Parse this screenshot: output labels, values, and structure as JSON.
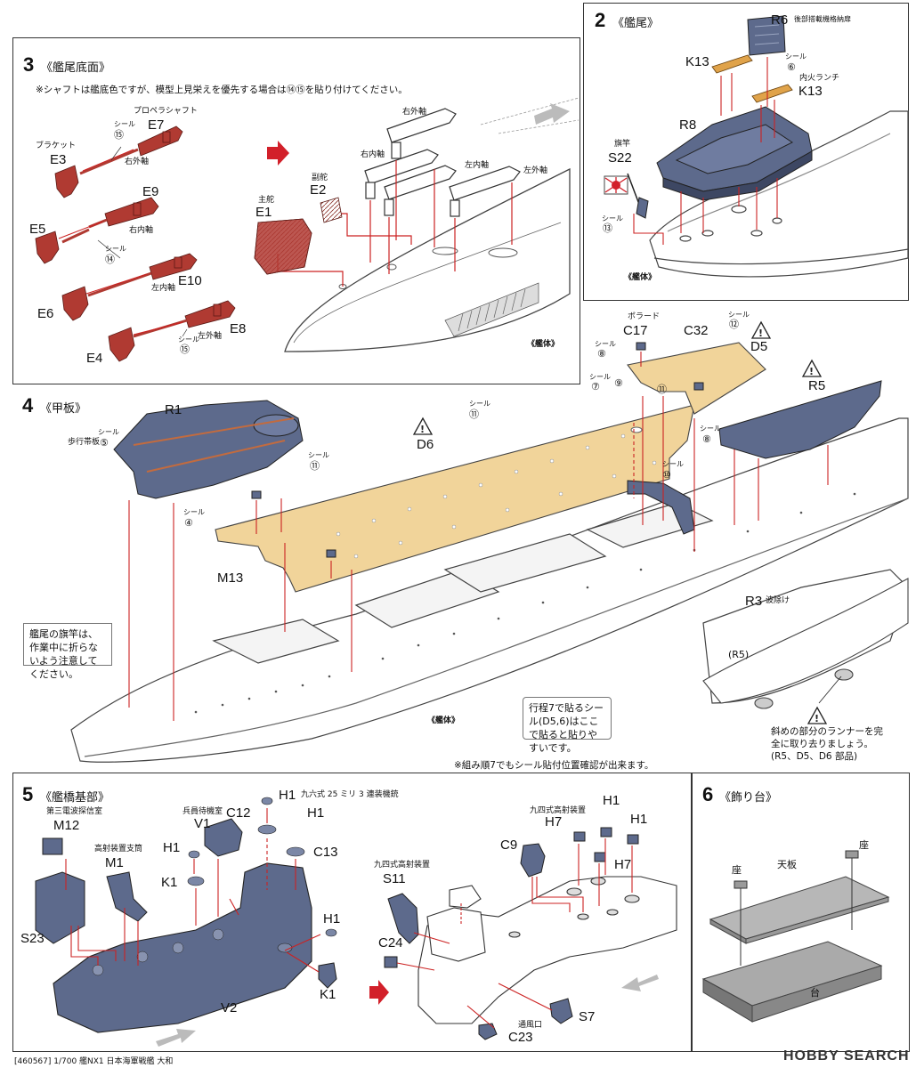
{
  "colors": {
    "red_part": "#b03a32",
    "gray_part": "#5d6a8c",
    "tan_part": "#f1d49a",
    "red_arrow": "#d2202a",
    "line_red": "#cc2222"
  },
  "steps": {
    "s2": {
      "num": "2",
      "title": "《艦尾》"
    },
    "s3": {
      "num": "3",
      "title": "《艦尾底面》",
      "note": "※シャフトは艦底色ですが、模型上見栄えを優先する場合は⑭⑮を貼り付けてください。"
    },
    "s4": {
      "num": "4",
      "title": "《甲板》"
    },
    "s5": {
      "num": "5",
      "title": "《艦橋基部》"
    },
    "s6": {
      "num": "6",
      "title": "《飾り台》"
    }
  },
  "s2": {
    "r6": "R6",
    "r6_desc": "後部搭載機格納扉",
    "k13a": "K13",
    "k13b": "K13",
    "k13_desc": "内火ランチ",
    "seal": "シール",
    "seal6": "⑥",
    "r8": "R8",
    "flagpole": "旗竿",
    "s22": "S22",
    "seal13": "⑬",
    "hull": "《艦体》"
  },
  "s3": {
    "prop_shaft": "プロペラシャフト",
    "seal15a": "⑮",
    "e7": "E7",
    "bracket": "ブラケット",
    "e3": "E3",
    "right_outer": "右外軸",
    "e9": "E9",
    "e5": "E5",
    "right_inner": "右内軸",
    "seal14": "⑭",
    "e10": "E10",
    "e6": "E6",
    "left_inner": "左内軸",
    "e8": "E8",
    "e4": "E4",
    "left_outer": "左外軸",
    "seal15b": "⑮",
    "seal": "シール",
    "aux_rudder": "副舵",
    "e2": "E2",
    "main_rudder": "主舵",
    "e1": "E1",
    "d_right_outer": "右外軸",
    "d_right_inner": "右内軸",
    "d_left_inner": "左内軸",
    "d_left_outer": "左外軸",
    "hull": "《艦体》"
  },
  "s4": {
    "r1": "R1",
    "walkway": "歩行帯板",
    "seal5": "⑤",
    "seal4": "④",
    "seal11a": "⑪",
    "seal11b": "⑪",
    "seal11c": "⑪",
    "seal": "シール",
    "d6": "D6",
    "m13": "M13",
    "bollard": "ボラード",
    "c17": "C17",
    "c32": "C32",
    "seal12": "⑫",
    "d5": "D5",
    "seal8a": "⑧",
    "seal9": "⑨",
    "seal7": "⑦",
    "seal10": "⑩",
    "seal8b": "⑧",
    "r5": "R5",
    "r3": "R3",
    "r3_desc": "波除け",
    "r5b": "(R5)",
    "hull": "《艦体》",
    "caution_flag": "艦尾の旗竿は、作業中に折らないよう注意してください。",
    "note_seal": "行程7で貼るシール(D5,6)はここで貼ると貼りやすいです。",
    "note_runner": "斜めの部分のランナーを完全に取り去りましょう。(R5、D5、D6 部品)",
    "note_bottom": "※組み順7でもシール貼付位置確認が出来ます。"
  },
  "s5": {
    "h1_desc": "九六式 25 ミリ 3 連装機銃",
    "h1a": "H1",
    "h1b": "H1",
    "h1c": "H1",
    "h1d": "H1",
    "duty_room": "兵員待機室",
    "v1": "V1",
    "c12": "C12",
    "c13": "C13",
    "sonar_room": "第三電波探信室",
    "m12": "M12",
    "mast": "高射装置支筒",
    "m1": "M1",
    "k1a": "K1",
    "k1b": "K1",
    "s23": "S23",
    "v2": "V2",
    "fire_ctrl_a": "九四式高射装置",
    "h7a": "H7",
    "h7b": "H7",
    "h1e": "H1",
    "h1f": "H1",
    "c9": "C9",
    "fire_ctrl_b": "九四式高射装置",
    "s11": "S11",
    "c24": "C24",
    "vent": "通風口",
    "c23": "C23",
    "s7": "S7"
  },
  "s6": {
    "seat_a": "座",
    "seat_b": "座",
    "top_plate": "天板",
    "base": "台"
  },
  "footer": {
    "code": "[460567] 1/700 艦NX1 日本海軍戦艦 大和",
    "brand": "HOBBY SEARCH"
  }
}
